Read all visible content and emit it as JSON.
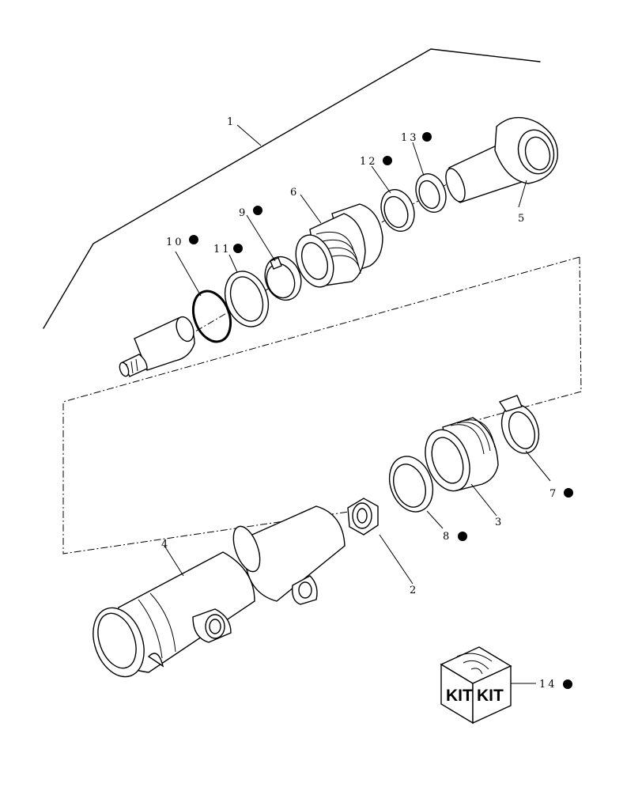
{
  "callouts": {
    "c1": "1",
    "c2": "2",
    "c3": "3",
    "c4": "4",
    "c5": "5",
    "c6": "6",
    "c7": "7",
    "c8": "8",
    "c9": "9",
    "c10": "10",
    "c11": "11",
    "c12": "12",
    "c13": "13",
    "c14": "14"
  },
  "kit_box": {
    "left_text": "KIT",
    "right_text": "KIT"
  }
}
